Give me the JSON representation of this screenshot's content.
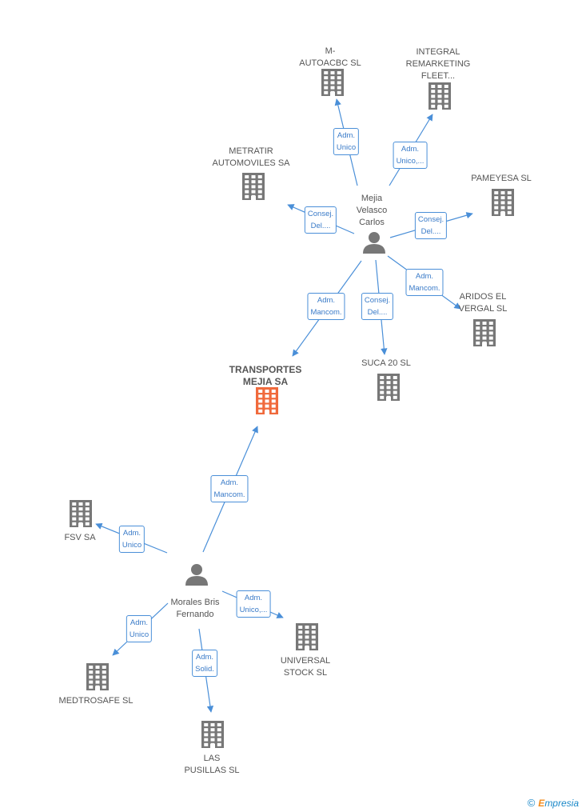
{
  "colors": {
    "edge": "#4a8fd8",
    "node": "#777777",
    "main_node": "#f06a3c"
  },
  "nodes": [
    {
      "id": "mejia",
      "type": "person",
      "label": "Mejia\nVelasco\nCarlos"
    },
    {
      "id": "morales",
      "type": "person",
      "label": "Morales Bris\nFernando"
    },
    {
      "id": "transportes",
      "type": "company",
      "main": true,
      "label": "TRANSPORTES\nMEJIA SA"
    },
    {
      "id": "m_auto",
      "type": "company",
      "label": "M-\nAUTOACBC SL"
    },
    {
      "id": "integral",
      "type": "company",
      "label": "INTEGRAL\nREMARKETING\nFLEET..."
    },
    {
      "id": "metratir",
      "type": "company",
      "label": "METRATIR\nAUTOMOVILES SA"
    },
    {
      "id": "pameyesa",
      "type": "company",
      "label": "PAMEYESA SL"
    },
    {
      "id": "aridos",
      "type": "company",
      "label": "ARIDOS EL\nVERGAL SL"
    },
    {
      "id": "suca",
      "type": "company",
      "label": "SUCA 20 SL"
    },
    {
      "id": "fsv",
      "type": "company",
      "label": "FSV SA"
    },
    {
      "id": "universal",
      "type": "company",
      "label": "UNIVERSAL\nSTOCK SL"
    },
    {
      "id": "medtrosafe",
      "type": "company",
      "label": "MEDTROSAFE SL"
    },
    {
      "id": "las_pusillas",
      "type": "company",
      "label": "LAS\nPUSILLAS SL"
    }
  ],
  "edges": [
    {
      "from": "mejia",
      "to": "m_auto",
      "label": "Adm.\nUnico"
    },
    {
      "from": "mejia",
      "to": "integral",
      "label": "Adm.\nUnico,..."
    },
    {
      "from": "mejia",
      "to": "metratir",
      "label": "Consej.\nDel...."
    },
    {
      "from": "mejia",
      "to": "pameyesa",
      "label": "Consej.\nDel...."
    },
    {
      "from": "mejia",
      "to": "aridos",
      "label": "Adm.\nMancom."
    },
    {
      "from": "mejia",
      "to": "suca",
      "label": "Consej.\nDel...."
    },
    {
      "from": "mejia",
      "to": "transportes",
      "label": "Adm.\nMancom."
    },
    {
      "from": "morales",
      "to": "transportes",
      "label": "Adm.\nMancom."
    },
    {
      "from": "morales",
      "to": "fsv",
      "label": "Adm.\nUnico"
    },
    {
      "from": "morales",
      "to": "universal",
      "label": "Adm.\nUnico,..."
    },
    {
      "from": "morales",
      "to": "medtrosafe",
      "label": "Adm.\nUnico"
    },
    {
      "from": "morales",
      "to": "las_pusillas",
      "label": "Adm.\nSolid."
    }
  ],
  "footer": {
    "copyright": "©",
    "brand_initial": "E",
    "brand_rest": "mpresia"
  }
}
